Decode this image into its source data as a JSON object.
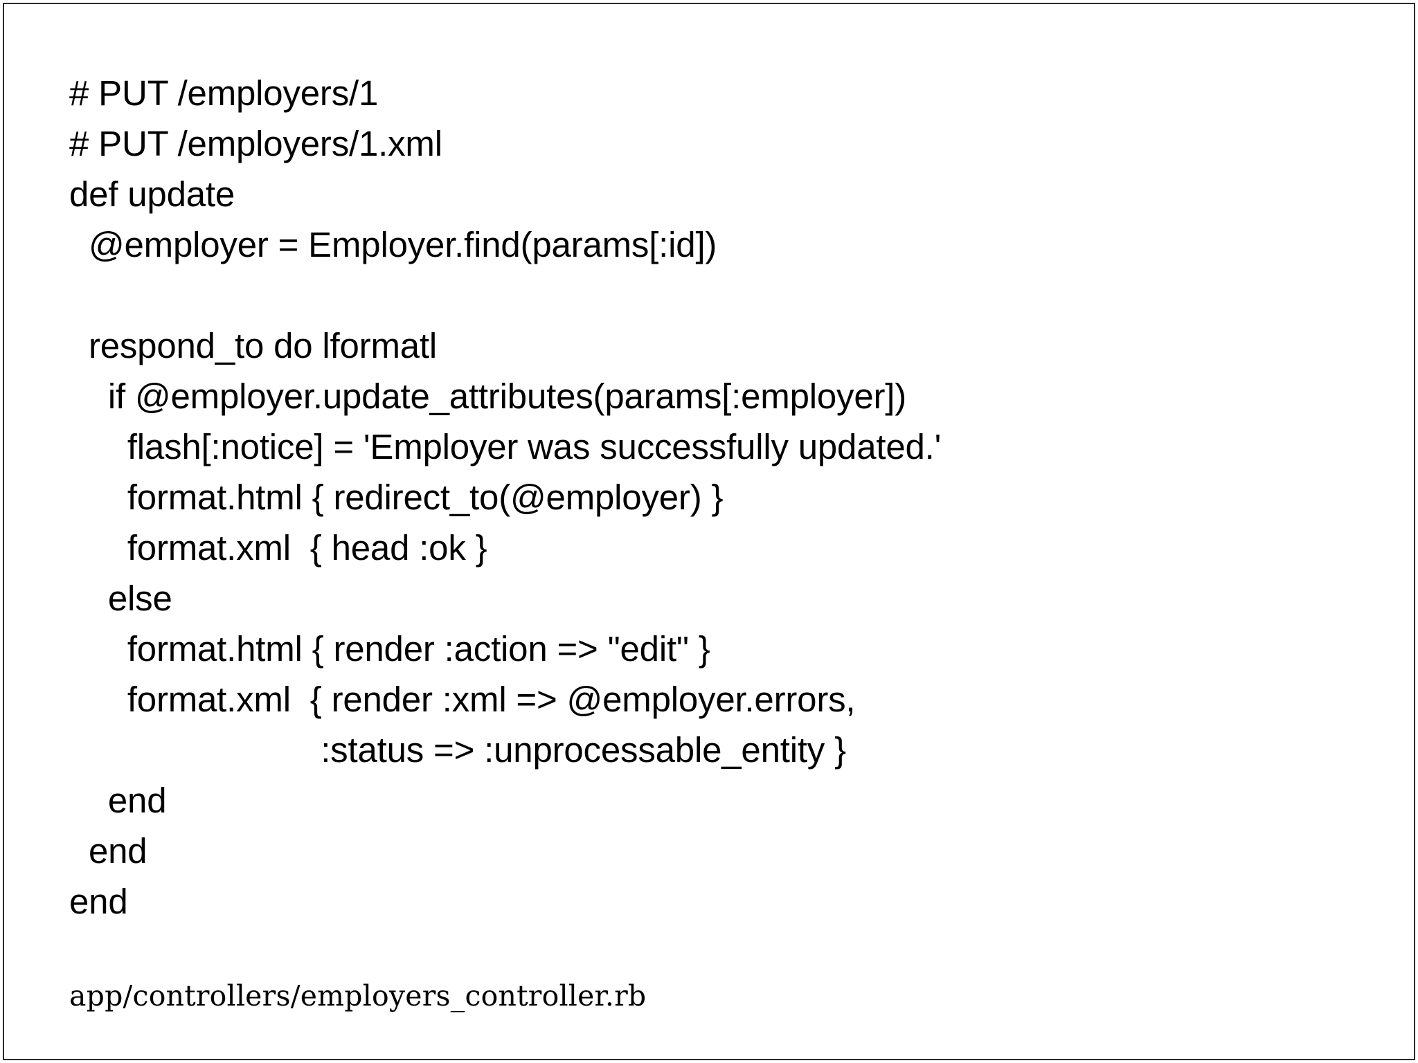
{
  "slide": {
    "background_color": "#ffffff",
    "text_color": "#000000",
    "border_color": "#2b2b2b"
  },
  "code": {
    "language": "ruby",
    "lines": [
      "# PUT /employers/1",
      "# PUT /employers/1.xml",
      "def update",
      "  @employer = Employer.find(params[:id])",
      "",
      "  respond_to do lformatl",
      "    if @employer.update_attributes(params[:employer])",
      "      flash[:notice] = 'Employer was successfully updated.'",
      "      format.html { redirect_to(@employer) }",
      "      format.xml  { head :ok }",
      "    else",
      "      format.html { render :action => \"edit\" }",
      "      format.xml  { render :xml => @employer.errors,",
      "                          :status => :unprocessable_entity }",
      "    end",
      "  end",
      "end"
    ]
  },
  "footer": {
    "file_path": "app/controllers/employers_controller.rb"
  }
}
